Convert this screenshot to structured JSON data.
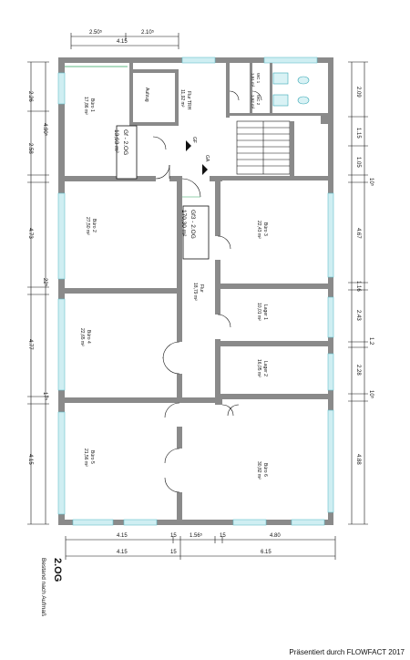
{
  "rooms": [
    {
      "id": "buero1",
      "name": "Büro 1",
      "area": "17,86 m²"
    },
    {
      "id": "aufzug",
      "name": "Aufzug",
      "area": ""
    },
    {
      "id": "flur",
      "name": "Flur TRH",
      "area": "11,92 m²"
    },
    {
      "id": "wc1",
      "name": "WC 1",
      "area": "1,51 m²"
    },
    {
      "id": "wc2",
      "name": "WC 2",
      "area": "1,52 m²"
    },
    {
      "id": "buero2",
      "name": "Büro 2",
      "area": "27,50 m²"
    },
    {
      "id": "buero3",
      "name": "Büro 3",
      "area": "22,43 m²"
    },
    {
      "id": "flur2",
      "name": "Flur",
      "area": "18,79 m²"
    },
    {
      "id": "lager1",
      "name": "Lager 1",
      "area": "10,01 m²"
    },
    {
      "id": "buero4",
      "name": "Büro 4",
      "area": "22,65 m²"
    },
    {
      "id": "lager2",
      "name": "Lager 2",
      "area": "16,05 m²"
    },
    {
      "id": "buero5",
      "name": "Büro 5",
      "area": "21,56 m²"
    },
    {
      "id": "buero6",
      "name": "Büro 6",
      "area": "30,82 m²"
    }
  ],
  "area_boxes": [
    {
      "id": "gf1",
      "title": "Gf - 2.OG",
      "value": "13,93 m²"
    },
    {
      "id": "gf2",
      "title": "Gf3 - 2.OG",
      "value": "170,30 m²"
    }
  ],
  "markers": {
    "up": "GF",
    "down": "GA"
  },
  "dimensions": {
    "top": [
      "2.50⁵",
      "2.10⁵",
      "4.15"
    ],
    "left": [
      "2.26",
      "4.90⁵",
      "2.58",
      "4.73",
      "22⁵",
      "4.77",
      "17⁵",
      "4.15"
    ],
    "right": [
      "2.09",
      "1.15",
      "1.05",
      "10⁵",
      "4.67",
      "1.16",
      "2.43",
      "1.2",
      "2.28",
      "10⁵",
      "4.88"
    ],
    "bottom_row1": [
      "4.15",
      "15",
      "1.56⁵",
      "15",
      "4.80"
    ],
    "bottom_row2": [
      "4.15",
      "15",
      "6.15"
    ]
  },
  "sheet": {
    "title": "2.OG",
    "subtitle": "Bestand nach Aufmaß"
  },
  "credit": "Präsentiert durch FLOWFACT 2017"
}
